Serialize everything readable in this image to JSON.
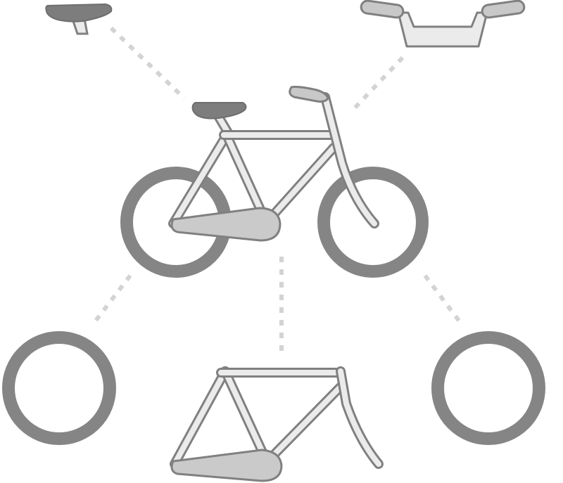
{
  "diagram": {
    "kind": "exploded-parts",
    "assembled": "bicycle",
    "parts": [
      "saddle",
      "handlebar",
      "front-wheel",
      "rear-wheel",
      "frame"
    ],
    "connector_style": "dashed",
    "colors": {
      "background": "#ffffff",
      "outline": "#808080",
      "tire": "#858585",
      "tube_fill": "#ebebeb",
      "saddle_fill": "#7d7d7d",
      "grip_fill": "#c8c8c8",
      "chainguard_fill": "#cacaca",
      "connector": "#d3d3d3"
    }
  }
}
